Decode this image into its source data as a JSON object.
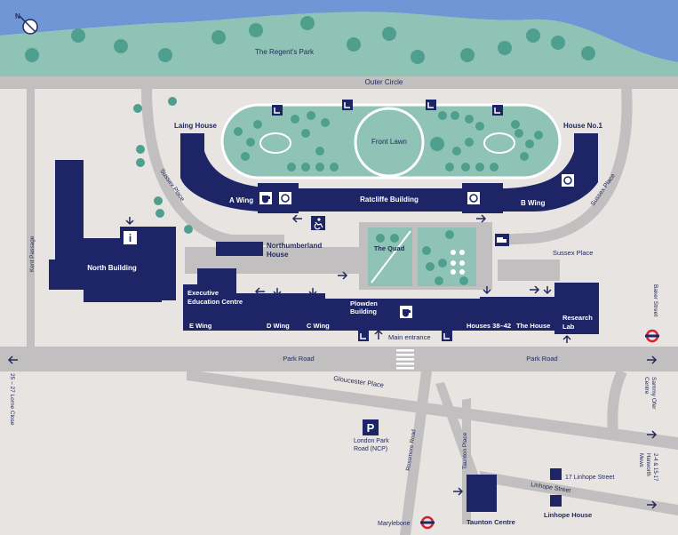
{
  "colors": {
    "water": "#6f97d6",
    "park": "#8fc3b5",
    "tree": "#4f9f8f",
    "ground": "#e7e4e2",
    "road": "#c1bfc0",
    "building": "#1d2566",
    "text": "#232a5c",
    "underground_red": "#d6202f"
  },
  "icons": [
    "compass-icon",
    "info-icon",
    "cafe-icon",
    "restaurant-icon",
    "accessible-icon",
    "parking-icon",
    "delivery-icon",
    "entrance-icon",
    "underground-icon",
    "arrow-icon"
  ],
  "labels": {
    "regents_park": "The Regent's Park",
    "outer_circle": "Outer Circle",
    "front_lawn": "Front Lawn",
    "laing_house": "Laing House",
    "house_no1": "House No.1",
    "sussex_place_1": "Sussex Place",
    "sussex_place_2": "Sussex Place",
    "sussex_place_3": "Sussex Place",
    "a_wing": "A Wing",
    "b_wing": "B Wing",
    "ratcliffe": "Ratcliffe Building",
    "north_building": "North Building",
    "northumberland_1": "Northumberland",
    "northumberland_2": "House",
    "the_quad": "The Quad",
    "kent_passage": "Kent Passage",
    "exec_1": "Executive",
    "exec_2": "Education Centre",
    "plowden_1": "Plowden",
    "plowden_2": "Building",
    "e_wing": "E Wing",
    "d_wing": "D Wing",
    "c_wing": "C Wing",
    "houses": "Houses 38–42",
    "the_house": "The House",
    "research_1": "Research",
    "research_2": "Lab",
    "main_entrance": "Main entrance",
    "baker_street": "Baker Street",
    "park_road_1": "Park Road",
    "park_road_2": "Park Road",
    "lorne_close": "25 – 27 Lorne Close",
    "gloucester_place": "Gloucester Place",
    "sammy_ofer_1": "Sammy Ofer",
    "sammy_ofer_2": "Centre",
    "rossmore_road": "Rossmore Road",
    "taunton_place": "Taunton Place",
    "london_park_1": "London Park",
    "london_park_2": "Road (NCP)",
    "hanworth_1": "2-4 & 15-17",
    "hanworth_2": "Hanworth",
    "hanworth_3": "Mews",
    "linhope_17": "17 Linhope Street",
    "linhope_street": "Linhope Street",
    "linhope_house": "Linhope House",
    "taunton_centre": "Taunton Centre",
    "marylebone": "Marylebone",
    "info_glyph": "i",
    "parking_glyph": "P"
  }
}
